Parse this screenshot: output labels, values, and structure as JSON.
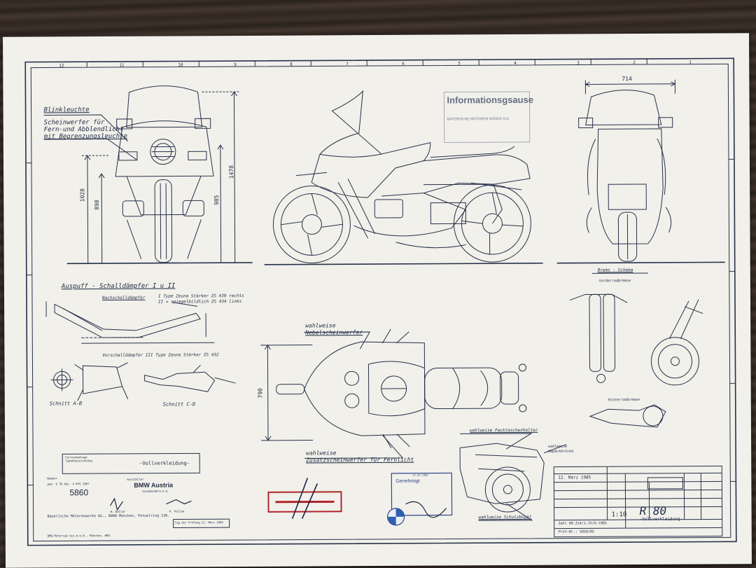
{
  "front_view": {
    "blinkleuchte": "Blinkleuchte",
    "scheinwerfer_1": "Scheinwerfer für",
    "scheinwerfer_2": "Fern-und Abblendlicht",
    "scheinwerfer_3": "mit Begrenzungsleuchte",
    "dim_1028": "1028",
    "dim_898": "898",
    "dim_985": "985",
    "dim_1478": "1478"
  },
  "rear_view": {
    "dim_714": "714"
  },
  "stamp_top": {
    "title": "Informationsgsause",
    "line1": "BAYERISCHE MOTOREN WERKE A.G."
  },
  "auspuff": {
    "title": "Auspuff - Schalldämpfer  I u II",
    "nach_label": "Nachschalldämpfer",
    "line_i": "I    Type Zeuna Stärker  ZS 439 rechts",
    "line_ii": "II = spiegelbildlich       ZS 434 links",
    "vor_label": "Vorschalldämpfer  III    Type Zeuna Stärker   ZS 432",
    "schnitt_ab": "Schnitt  A-B",
    "schnitt_cd": "Schnitt  C-D"
  },
  "top_view": {
    "nebel_1": "wahlweise",
    "nebel_2": "Nebelscheinwerfer",
    "zusatz_1": "wahlweise",
    "zusatz_2": "Zusatzscheinwerfer für Fernlicht",
    "dim_790": "790"
  },
  "brems": {
    "title": "Brems - Schema",
    "vorder": "Vorderradbremse",
    "hinter": "Hinterradbremse"
  },
  "lower_right": {
    "packtasche": "wahlweise Packtaschenhalter",
    "gepaeck_1": "wahlweise",
    "gepaeck_2": "Gepäckbrücke",
    "schutz": "wahlweise Schutzbügel"
  },
  "vollverkleidung_box": {
    "small": "Fernsehablage Typenbezeichnung",
    "value": "-Vollverkleidung-"
  },
  "austria": {
    "number_label": "Nummer",
    "gem": "gem. § 30 Abs. 4 KFG 1967",
    "aussteller": "Aussteller",
    "company": "BMW Austria",
    "company_sub": "Gesellschaft m. b. H.",
    "number": "5860",
    "sign1": "H. Kaller",
    "sign2": "P. Pollak",
    "bayerische": "Bayerische Motorenwerke AG., 8000 München, Petuelring 130.",
    "tag_label": "Tag der Prüfung",
    "tag_value": "12. März 1985",
    "footer": "BMW Motorrad Ges.m.b.H., München, BRD."
  },
  "genehmigt": {
    "title": "Genehmigt",
    "date": "12. 03. 1985"
  },
  "title_block": {
    "date": "12. März 1985",
    "scale": "1:10",
    "model": "R 80",
    "model_sub": "-Vollverkleidung-",
    "zahl": "Zahl  80.314/1-IV/6-1985",
    "pruf": "Prüf-Nr.: 5859/85"
  },
  "grid": {
    "top": [
      "12",
      "11",
      "10",
      "9",
      "8",
      "7",
      "6",
      "5",
      "4",
      "3",
      "2",
      "1"
    ]
  }
}
